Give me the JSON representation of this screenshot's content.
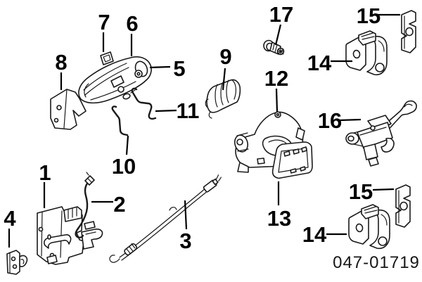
{
  "diagram": {
    "figure_code": "047-01719",
    "background_color": "#ffffff",
    "line_color": "#000000",
    "callouts": [
      {
        "label": "1"
      },
      {
        "label": "2"
      },
      {
        "label": "3"
      },
      {
        "label": "4"
      },
      {
        "label": "5"
      },
      {
        "label": "6"
      },
      {
        "label": "7"
      },
      {
        "label": "8"
      },
      {
        "label": "9"
      },
      {
        "label": "10"
      },
      {
        "label": "11"
      },
      {
        "label": "12"
      },
      {
        "label": "13"
      },
      {
        "label": "14"
      },
      {
        "label": "14"
      },
      {
        "label": "15"
      },
      {
        "label": "15"
      },
      {
        "label": "16"
      },
      {
        "label": "17"
      }
    ]
  }
}
